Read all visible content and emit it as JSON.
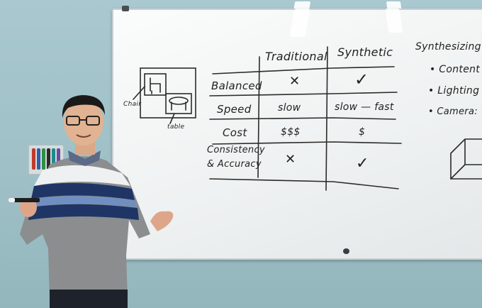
{
  "whiteboard": {
    "table": {
      "columns": [
        "Traditional",
        "Synthetic"
      ],
      "rows": [
        {
          "label": "Balanced",
          "traditional": "✕",
          "synthetic": "✓"
        },
        {
          "label": "Speed",
          "traditional": "slow",
          "synthetic": "slow — fast"
        },
        {
          "label": "Cost",
          "traditional": "$$$",
          "synthetic": "$"
        },
        {
          "label_line1": "Consistency",
          "label_line2": "& Accuracy",
          "traditional": "✕",
          "synthetic": "✓"
        }
      ]
    },
    "sketch": {
      "label_chair": "Chair",
      "label_table": "table"
    },
    "side_notes": {
      "heading": "Synthesizing",
      "bullets": [
        "• Content",
        "• Lighting",
        "• Camera: "
      ]
    }
  },
  "colors": {
    "wall": "#a9c8cf",
    "board": "#f7f9f9",
    "ink": "#222222",
    "sweater_gray": "#8b8d8f",
    "sweater_navy": "#1f3566",
    "sweater_blue": "#6f8fc2"
  }
}
